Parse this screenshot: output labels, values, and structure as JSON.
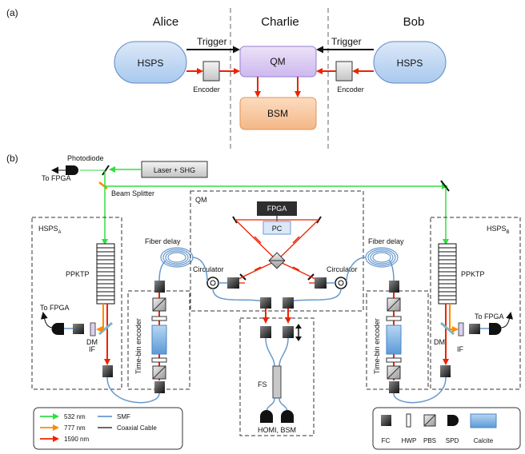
{
  "panel_a": {
    "label": "(a)",
    "alice": "Alice",
    "charlie": "Charlie",
    "bob": "Bob",
    "hsps_left": "HSPS",
    "hsps_right": "HSPS",
    "qm": "QM",
    "bsm": "BSM",
    "trigger_left": "Trigger",
    "trigger_right": "Trigger",
    "encoder_left": "Encoder",
    "encoder_right": "Encoder"
  },
  "panel_b": {
    "label": "(b)",
    "photodiode": "Photodiode",
    "to_fpga_top": "To FPGA",
    "laser": "Laser + SHG",
    "beam_splitter": "Beam Splitter",
    "qm_title": "QM",
    "fpga": "FPGA",
    "pc": "PC",
    "hsps_a_main": "HSPS",
    "hsps_a_sub": "A",
    "hsps_b_main": "HSPS",
    "hsps_b_sub": "B",
    "fiber_delay_left": "Fiber delay",
    "fiber_delay_right": "Fiber delay",
    "circulator_left": "Circulator",
    "circulator_right": "Circulator",
    "ppktp_left": "PPKTP",
    "ppktp_right": "PPKTP",
    "to_fpga_left": "To FPGA",
    "to_fpga_right": "To FPGA",
    "if_left": "IF",
    "if_right": "IF",
    "dm_left": "DM",
    "dm_right": "DM",
    "timebin_left": "Time-bin encoder",
    "timebin_right": "Time-bin encoder",
    "fs": "FS",
    "homi_bsm": "HOMI, BSM"
  },
  "legend": {
    "nm532": "532 nm",
    "nm777": "777 nm",
    "nm1590": "1590 nm",
    "smf": "SMF",
    "coax": "Coaxial Cable",
    "fc": "FC",
    "hwp": "HWP",
    "pbs": "PBS",
    "spd": "SPD",
    "calcite": "Calcite"
  },
  "colors": {
    "green": "#33dd44",
    "orange": "#ff8800",
    "red": "#ee2200",
    "fiber": "#6699cc",
    "hsps_fill": "#bcd6f3",
    "qm_fill": "#ddccf2",
    "bsm_fill": "#f8c9a0",
    "calcite": "#8dbde8"
  }
}
